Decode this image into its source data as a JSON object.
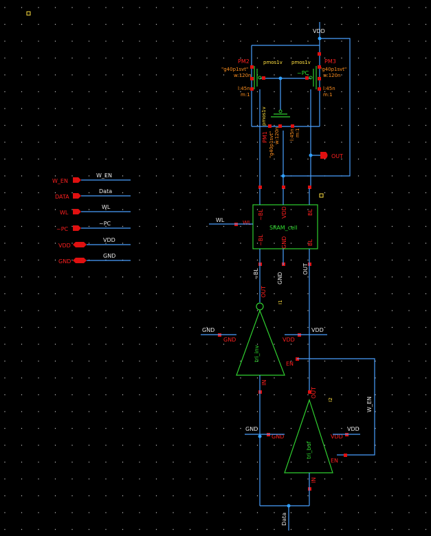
{
  "colors": {
    "background": "#000000",
    "wire": "#4aa0ff",
    "device": "#30d030",
    "pin_label": "#ff2020",
    "property": "#ffe040",
    "parameter": "#ff9020"
  },
  "ports": [
    {
      "name": "W_EN",
      "net": "W_EN"
    },
    {
      "name": "DATA",
      "net": "Data"
    },
    {
      "name": "WL",
      "net": "WL"
    },
    {
      "name": "~PC",
      "net": "~PC"
    },
    {
      "name": "VDD",
      "net": "VDD"
    },
    {
      "name": "GND",
      "net": "GND"
    }
  ],
  "top": {
    "vdd": "VDD",
    "out": "OUT",
    "pc": "~PC"
  },
  "pm2": {
    "name": "PM2",
    "model": "pmos1v",
    "w": "\"g40p1svt\"",
    "wv": "w:120n",
    "l": "l:45n",
    "m": "m:1"
  },
  "pm3": {
    "name": "PM3",
    "model": "pmos1v",
    "w": "\"g40p1svt\"",
    "wv": "w:120n",
    "l": "l:45n",
    "m": "m:1"
  },
  "pm1": {
    "name": "PM1",
    "model": "pmos1v",
    "w": "\"g40p1svt\"",
    "wv": "w:120n",
    "l": "l:45n",
    "m": "m:1"
  },
  "sram": {
    "name": "SRAM_cell",
    "wl": "WL",
    "bl_l": "~BL",
    "bl_r": "BL",
    "vdd": "VDD",
    "gnd": "GND",
    "wl_net": "WL"
  },
  "nets": {
    "nbl": "~BL",
    "gnd": "GND",
    "out": "OUT"
  },
  "inv": {
    "name": "tri_inv",
    "inst": "I1",
    "out": "OUT",
    "gnd_pin": "GND",
    "vdd_pin": "VDD",
    "en": "EN",
    "in": "IN",
    "gnd_net": "GND",
    "vdd_net": "VDD"
  },
  "buf": {
    "name": "tri_buf",
    "inst": "I2",
    "out": "OUT",
    "gnd_pin": "GND",
    "vdd_pin": "VDD",
    "en": "EN",
    "in": "IN",
    "gnd_net": "GND",
    "vdd_net": "VDD",
    "wen": "W_EN"
  },
  "bottom": {
    "data": "Data"
  },
  "icons": {
    "marker": "small-square-marker"
  }
}
